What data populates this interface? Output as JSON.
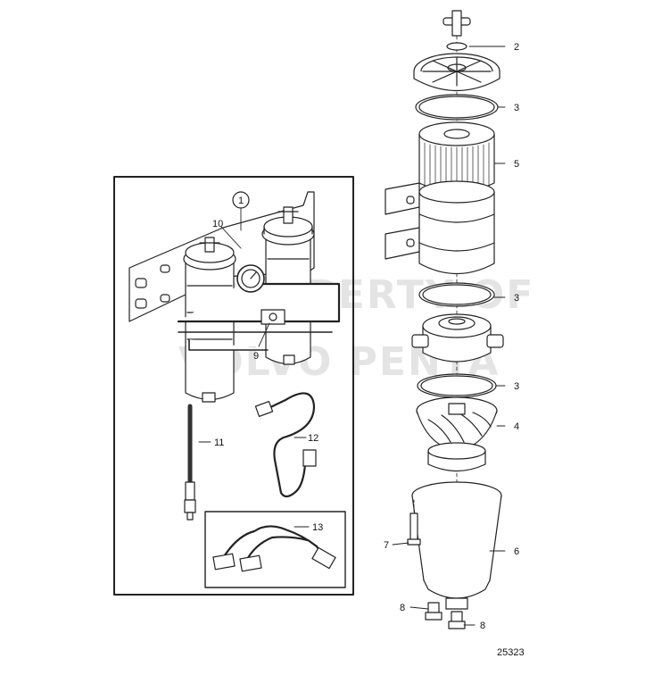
{
  "diagram": {
    "watermark_line1": "PROPERTY OF",
    "watermark_line2": "VOLVO PENTA",
    "figure_number": "25323",
    "callouts": {
      "c1": "1",
      "c2": "2",
      "c3a": "3",
      "c3b": "3",
      "c3c": "3",
      "c4": "4",
      "c5": "5",
      "c6": "6",
      "c7": "7",
      "c8a": "8",
      "c8b": "8",
      "c9": "9",
      "c10": "10",
      "c11": "11",
      "c12": "12",
      "c13": "13"
    }
  }
}
